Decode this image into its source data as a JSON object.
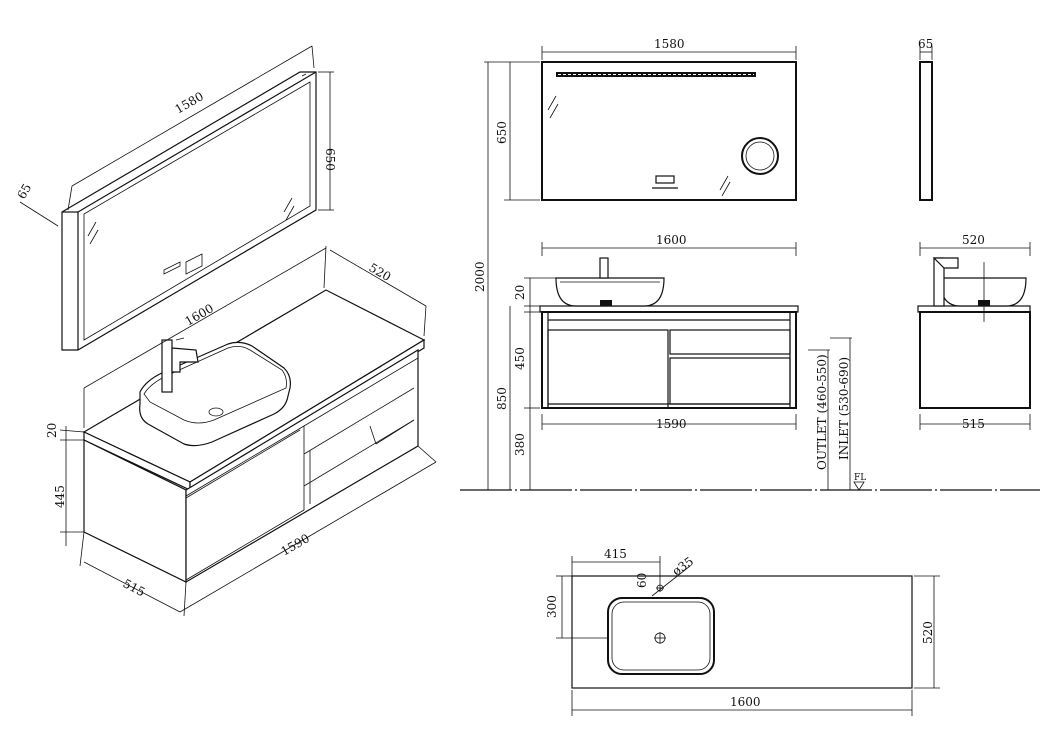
{
  "dimensions": {
    "iso_mirror_width": "1580",
    "iso_mirror_height": "650",
    "iso_mirror_depth": "65",
    "iso_top_width": "1600",
    "iso_top_depth": "520",
    "iso_top_thickness": "20",
    "iso_cabinet_height": "445",
    "iso_cabinet_width": "1590",
    "iso_cabinet_depth": "515",
    "front_mirror_width": "1580",
    "front_mirror_height": "650",
    "side_mirror_depth": "65",
    "front_top_width": "1600",
    "side_top_depth": "520",
    "total_height": "2000",
    "basin_height": "20",
    "cabinet_height": "450",
    "top_height": "850",
    "floor_clearance": "380",
    "front_cabinet_width": "1590",
    "side_cabinet_depth": "515",
    "outlet_label": "OUTLET (460-550)",
    "inlet_label": "INLET (530-690)",
    "floor_mark": "FL",
    "plan_offset": "415",
    "plan_hole_diameter": "ø35",
    "plan_hole_offset": "60",
    "plan_basin_depth": "300",
    "plan_top_depth": "520",
    "plan_top_width": "1600"
  }
}
